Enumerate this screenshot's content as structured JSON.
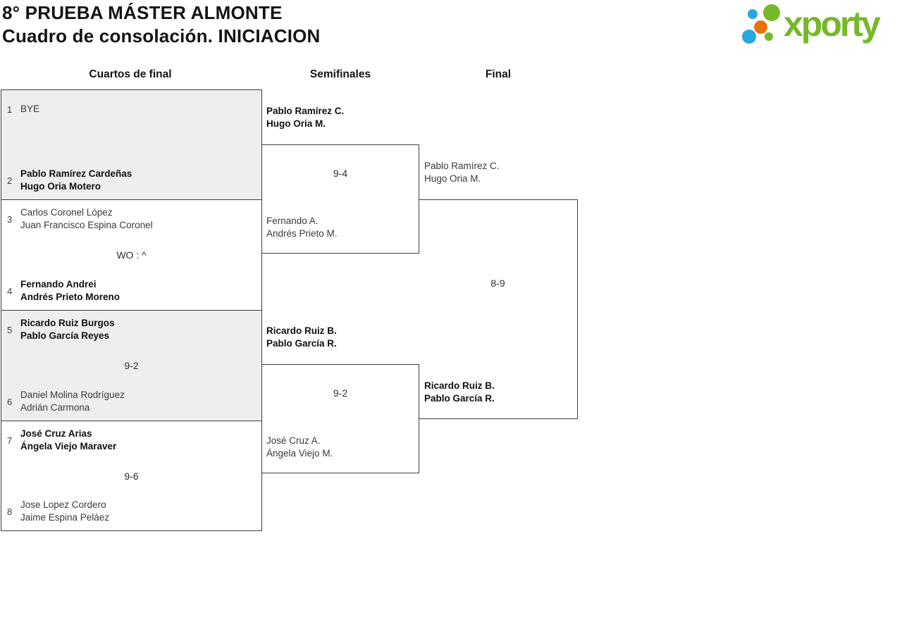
{
  "header": {
    "title_line1": "8° PRUEBA MÁSTER ALMONTE",
    "title_line2": "Cuadro de consolación. INICIACION"
  },
  "logo": {
    "text": "xporty",
    "colors": {
      "green": "#76b82a",
      "blue": "#29a8e0",
      "orange": "#e8720c"
    }
  },
  "columns": [
    "Cuartos de final",
    "Semifinales",
    "Final"
  ],
  "bracket": {
    "quarterfinals": [
      {
        "seed_top": "1",
        "top": [
          "BYE"
        ],
        "seed_bottom": "2",
        "bottom": [
          "Pablo Ramírez Cardeñas",
          "Hugo Oria Motero"
        ],
        "score": "",
        "winner": "bottom"
      },
      {
        "seed_top": "3",
        "top": [
          "Carlos Coronel López",
          "Juan Francisco Espina Coronel"
        ],
        "seed_bottom": "4",
        "bottom": [
          "Fernando Andrei",
          "Andrés Prieto Moreno"
        ],
        "score": "WO : ^",
        "winner": "bottom"
      },
      {
        "seed_top": "5",
        "top": [
          "Ricardo Ruiz Burgos",
          "Pablo García Reyes"
        ],
        "seed_bottom": "6",
        "bottom": [
          "Daniel Molina Rodríguez",
          "Adrián Carmona"
        ],
        "score": "9-2",
        "winner": "top"
      },
      {
        "seed_top": "7",
        "top": [
          "José Cruz Arias",
          "Ángela Viejo Maraver"
        ],
        "seed_bottom": "8",
        "bottom": [
          "Jose Lopez Cordero",
          "Jaime Espina Peláez"
        ],
        "score": "9-6",
        "winner": "top"
      }
    ],
    "semifinals": [
      {
        "top": [
          "Pablo Ramírez C.",
          "Hugo Oria M."
        ],
        "bottom": [
          "Fernando A.",
          "Andrés Prieto M."
        ],
        "score": "9-4",
        "winner": "top"
      },
      {
        "top": [
          "Ricardo Ruiz B.",
          "Pablo García R."
        ],
        "bottom": [
          "José Cruz A.",
          "Ángela Viejo M."
        ],
        "score": "9-2",
        "winner": "top"
      }
    ],
    "final": {
      "top": [
        "Pablo Ramírez C.",
        "Hugo Oria M."
      ],
      "bottom": [
        "Ricardo Ruiz B.",
        "Pablo García R."
      ],
      "score": "8-9",
      "winner": "bottom"
    }
  }
}
